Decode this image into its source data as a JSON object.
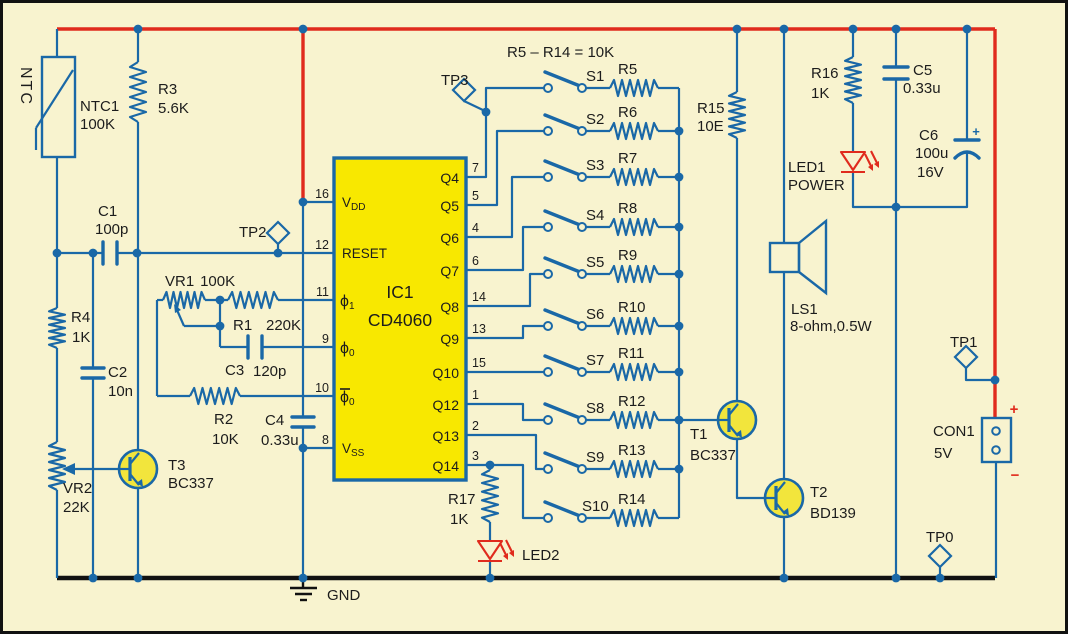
{
  "schematic": {
    "note": "R5 – R14 = 10K",
    "gnd": "GND",
    "colors": {
      "wire": "#1a68a7",
      "power": "#e02b1d",
      "ground": "#111111",
      "ic_fill": "#f8e800",
      "transistor_fill": "#f2e53c",
      "background": "#f8f3cf",
      "led": "#e02b1d"
    },
    "ic": {
      "ref": "IC1",
      "part": "CD4060",
      "lp": [
        {
          "num": "16",
          "name": "V",
          "sub": "DD"
        },
        {
          "num": "12",
          "name": "RESET",
          "sub": ""
        },
        {
          "num": "11",
          "name": "ϕ",
          "sub": "1"
        },
        {
          "num": "9",
          "name": "ϕ",
          "sub": "0"
        },
        {
          "num": "10",
          "name": "ϕ",
          "sub": "0",
          "overbar": true
        },
        {
          "num": "8",
          "name": "V",
          "sub": "SS"
        }
      ],
      "rp": [
        {
          "q": "Q4",
          "num": "7"
        },
        {
          "q": "Q5",
          "num": "5"
        },
        {
          "q": "Q6",
          "num": "4"
        },
        {
          "q": "Q7",
          "num": "6"
        },
        {
          "q": "Q8",
          "num": "14"
        },
        {
          "q": "Q9",
          "num": "13"
        },
        {
          "q": "Q10",
          "num": "15"
        },
        {
          "q": "Q12",
          "num": "1"
        },
        {
          "q": "Q13",
          "num": "2"
        },
        {
          "q": "Q14",
          "num": "3"
        }
      ]
    },
    "sw": [
      {
        "s": "S1",
        "r": "R5"
      },
      {
        "s": "S2",
        "r": "R6"
      },
      {
        "s": "S3",
        "r": "R7"
      },
      {
        "s": "S4",
        "r": "R8"
      },
      {
        "s": "S5",
        "r": "R9"
      },
      {
        "s": "S6",
        "r": "R10"
      },
      {
        "s": "S7",
        "r": "R11"
      },
      {
        "s": "S8",
        "r": "R12"
      },
      {
        "s": "S9",
        "r": "R13"
      },
      {
        "s": "S10",
        "r": "R14"
      }
    ],
    "c": {
      "ntc_body": "NTC",
      "ntc1": {
        "ref": "NTC1",
        "val": "100K"
      },
      "r3": {
        "ref": "R3",
        "val": "5.6K"
      },
      "c1": {
        "ref": "C1",
        "val": "100p"
      },
      "r4": {
        "ref": "R4",
        "val": "1K"
      },
      "c2": {
        "ref": "C2",
        "val": "10n"
      },
      "vr2": {
        "ref": "VR2",
        "val": "22K"
      },
      "t3": {
        "ref": "T3",
        "val": "BC337"
      },
      "vr1": {
        "ref": "VR1",
        "val": "100K"
      },
      "r1": {
        "ref": "R1",
        "val": "220K"
      },
      "c3": {
        "ref": "C3",
        "val": "120p"
      },
      "r2": {
        "ref": "R2",
        "val": "10K"
      },
      "c4": {
        "ref": "C4",
        "val": "0.33u"
      },
      "r15": {
        "ref": "R15",
        "val": "10E"
      },
      "r16": {
        "ref": "R16",
        "val": "1K"
      },
      "c5": {
        "ref": "C5",
        "val": "0.33u"
      },
      "c6": {
        "ref": "C6",
        "val": "100u",
        "rating": "16V",
        "plus": "+"
      },
      "led1": {
        "ref": "LED1",
        "val": "POWER"
      },
      "ls1": {
        "ref": "LS1",
        "val": "8-ohm,0.5W"
      },
      "t1": {
        "ref": "T1",
        "val": "BC337"
      },
      "t2": {
        "ref": "T2",
        "val": "BD139"
      },
      "r17": {
        "ref": "R17",
        "val": "1K"
      },
      "led2": {
        "ref": "LED2"
      },
      "con1": {
        "ref": "CON1",
        "val": "5V",
        "plus": "+",
        "minus": "−"
      }
    },
    "tp": {
      "tp0": "TP0",
      "tp1": "TP1",
      "tp2": "TP2",
      "tp3": "TP3"
    }
  }
}
